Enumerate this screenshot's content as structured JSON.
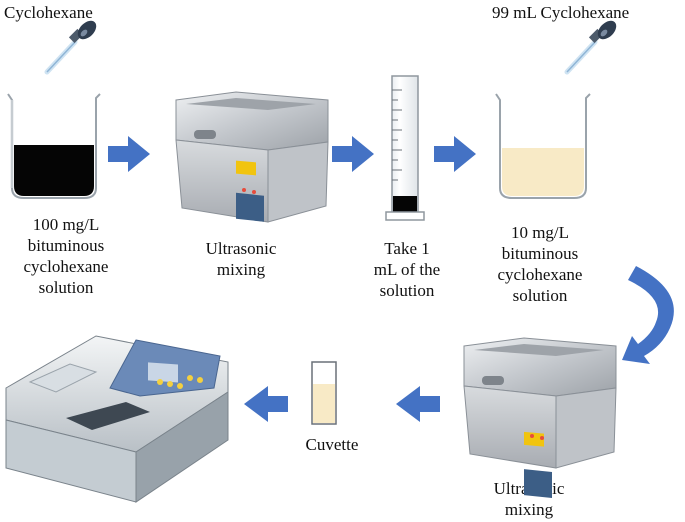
{
  "labels": {
    "reagent_left": "Cyclohexane",
    "reagent_right": "99 mL Cyclohexane",
    "solution_100": "100 mg/L\nbituminous\ncyclohexane\nsolution",
    "ultrasonic_1": "Ultrasonic\nmixing",
    "take_1ml": "Take 1\nmL of the\nsolution",
    "solution_10": "10 mg/L\nbituminous\ncyclohexane\nsolution",
    "ultrasonic_2": "Ultrasonic\nmixing",
    "cuvette": "Cuvette"
  },
  "colors": {
    "arrow": "#4472c4",
    "dark_solution": "#050505",
    "dilute_solution": "#f8eac6",
    "steel": "#c9ccd1"
  }
}
